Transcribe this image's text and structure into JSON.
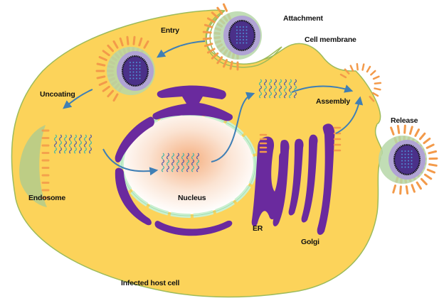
{
  "title": "Virus replication cycle in an infected host cell",
  "labels": {
    "attachment": "Attachment",
    "cell_membrane": "Cell membrane",
    "entry": "Entry",
    "uncoating": "Uncoating",
    "assembly": "Assembly",
    "release": "Release",
    "endosome": "Endosome",
    "nucleus": "Nucleus",
    "er": "ER",
    "golgi": "Golgi",
    "infected_host_cell": "Infected host cell"
  },
  "stages": [
    "Attachment",
    "Entry",
    "Uncoating",
    "Nucleus",
    "Assembly",
    "Release"
  ],
  "colors": {
    "cytoplasm": "#FCD35A",
    "membrane_outline": "#9DBB5A",
    "organelle": "#6A2A9E",
    "nuclear_envelope": "#C9F0D0",
    "nucleus_core": "#F6B98A",
    "virus_envelope": "#B6D7A8",
    "virus_capsid": "#B0A3D4",
    "virus_core": "#4B3089",
    "spike": "#F39A4A",
    "arrow": "#3F7FB5",
    "rna_a": "#3BB6A8",
    "rna_b": "#4B58A8"
  }
}
